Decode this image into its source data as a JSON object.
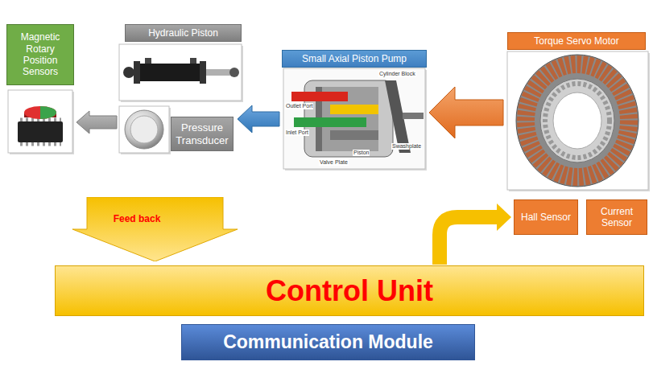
{
  "diagram": {
    "nodes": [
      {
        "text": [
          "Magnetic Rotary Position Sensors"
        ]
      },
      {
        "text": [
          "Hydraulic Piston"
        ]
      },
      {
        "text": [
          "Pressure Transducer"
        ]
      },
      {
        "text": [
          "Small Axial Piston Pump"
        ]
      },
      {
        "text": [
          "Torque Servo Motor"
        ]
      },
      {
        "text": [
          "Hall Sensor"
        ]
      },
      {
        "text": [
          "Current Sensor"
        ]
      },
      {
        "text": [
          "Feed back"
        ]
      },
      {
        "text": [
          "Control Unit"
        ]
      },
      {
        "text": [
          "Communication Module"
        ]
      }
    ],
    "edges": [
      {
        "from": 4,
        "to": 3,
        "arrow": "to"
      },
      {
        "from": 3,
        "to": 2,
        "arrow": "to"
      },
      {
        "from": 2,
        "to": 0,
        "arrow": "to"
      },
      {
        "from": 8,
        "to": 5,
        "arrow": "to"
      }
    ],
    "labels": [
      "Cylinder Block",
      "Outlet Port",
      "Inlet Port",
      "Swashplate",
      "Piston",
      "Valve Plate"
    ]
  }
}
